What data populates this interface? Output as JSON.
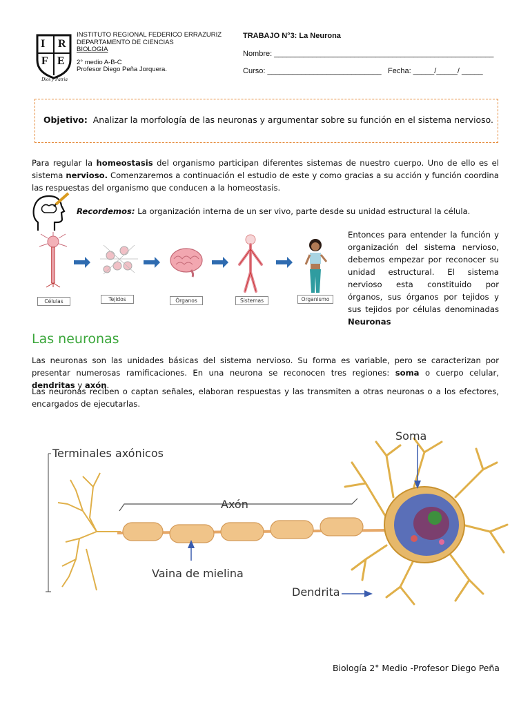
{
  "header": {
    "logo_letters": [
      "I",
      "R",
      "F",
      "E"
    ],
    "logo_motto": "Dios y Patria",
    "institute": "INSTITUTO REGIONAL FEDERICO ERRAZURIZ",
    "department": "DEPARTAMENTO DE CIENCIAS",
    "subject": "BIOLOGIA",
    "level": "2° medio A-B-C",
    "teacher": "Profesor Diego Peña Jorquera.",
    "work_title_bold": "TRABAJO N°3:",
    "work_title_rest": " La Neurona",
    "name_label": "Nombre: ____________________________________________________",
    "course_label": "Curso: ___________________________",
    "date_label": "Fecha: _____/_____/ _____"
  },
  "objective": {
    "label": "Objetivo:",
    "text": "Analizar la morfología de las neuronas y argumentar sobre su función en el sistema nervioso."
  },
  "intro": {
    "p1_a": "Para regular la ",
    "p1_b": "homeostasis",
    "p1_c": " del organismo participan diferentes sistemas de nuestro cuerpo. Uno de ello es el sistema ",
    "p1_d": "nervioso.",
    "p1_e": " Comenzaremos a continuación el estudio de este y como gracias a su acción y función coordina las respuestas del organismo que conducen a la homeostasis."
  },
  "remember": {
    "label": "Recordemos:",
    "text": " La organización interna de un ser vivo, parte desde su unidad estructural la célula."
  },
  "hierarchy": {
    "labels": [
      "Células",
      "Tejidos",
      "Órganos",
      "Sistemas",
      "Organismo"
    ]
  },
  "side_text": {
    "text": "Entonces para entender la función y organización del sistema nervioso, debemos empezar por reconocer su unidad estructural. El sistema nervioso esta constituido por órganos, sus órganos por tejidos y sus tejidos por células denominadas ",
    "bold": "Neuronas"
  },
  "section": {
    "title": "Las neuronas",
    "p1_a": "Las neuronas son las unidades básicas del sistema nervioso. Su forma es variable, pero se caracterizan por presentar numerosas ramificaciones. En una neurona se reconocen tres regiones: ",
    "p1_b": "soma",
    "p1_c": " o cuerpo celular, ",
    "p1_d": "dendritas",
    "p1_e": " y ",
    "p1_f": "axón",
    "p1_g": ".",
    "p2": "Las neuronas reciben o captan señales, elaboran respuestas y las transmiten a otras neuronas o a los efectores, encargados de ejecutarlas."
  },
  "neuron_diagram": {
    "labels": {
      "terminals": "Terminales axónicos",
      "axon": "Axón",
      "soma": "Soma",
      "myelin": "Vaina de mielina",
      "dendrite": "Dendrita"
    }
  },
  "footer": {
    "text": "Biología 2° Medio -Profesor Diego Peña"
  }
}
